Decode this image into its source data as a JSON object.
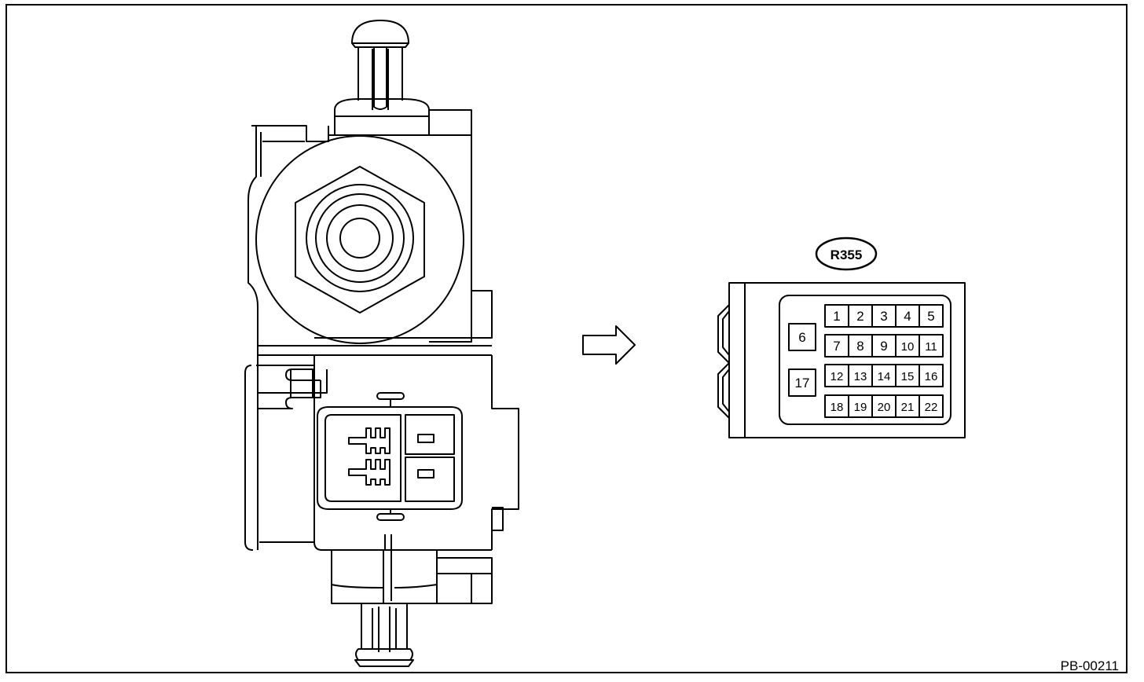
{
  "connector": {
    "label": "R355",
    "pins": [
      {
        "id": "1",
        "row": 0,
        "col": 0
      },
      {
        "id": "2",
        "row": 0,
        "col": 1
      },
      {
        "id": "3",
        "row": 0,
        "col": 2
      },
      {
        "id": "4",
        "row": 0,
        "col": 3
      },
      {
        "id": "5",
        "row": 0,
        "col": 4
      },
      {
        "id": "7",
        "row": 1,
        "col": 0
      },
      {
        "id": "8",
        "row": 1,
        "col": 1
      },
      {
        "id": "9",
        "row": 1,
        "col": 2
      },
      {
        "id": "10",
        "row": 1,
        "col": 3
      },
      {
        "id": "11",
        "row": 1,
        "col": 4
      },
      {
        "id": "12",
        "row": 2,
        "col": 0
      },
      {
        "id": "13",
        "row": 2,
        "col": 1
      },
      {
        "id": "14",
        "row": 2,
        "col": 2
      },
      {
        "id": "15",
        "row": 2,
        "col": 3
      },
      {
        "id": "16",
        "row": 2,
        "col": 4
      },
      {
        "id": "18",
        "row": 3,
        "col": 0
      },
      {
        "id": "19",
        "row": 3,
        "col": 1
      },
      {
        "id": "20",
        "row": 3,
        "col": 2
      },
      {
        "id": "21",
        "row": 3,
        "col": 3
      },
      {
        "id": "22",
        "row": 3,
        "col": 4
      }
    ],
    "side_pins": [
      "6",
      "17"
    ]
  },
  "figure_code": "PB-00211"
}
